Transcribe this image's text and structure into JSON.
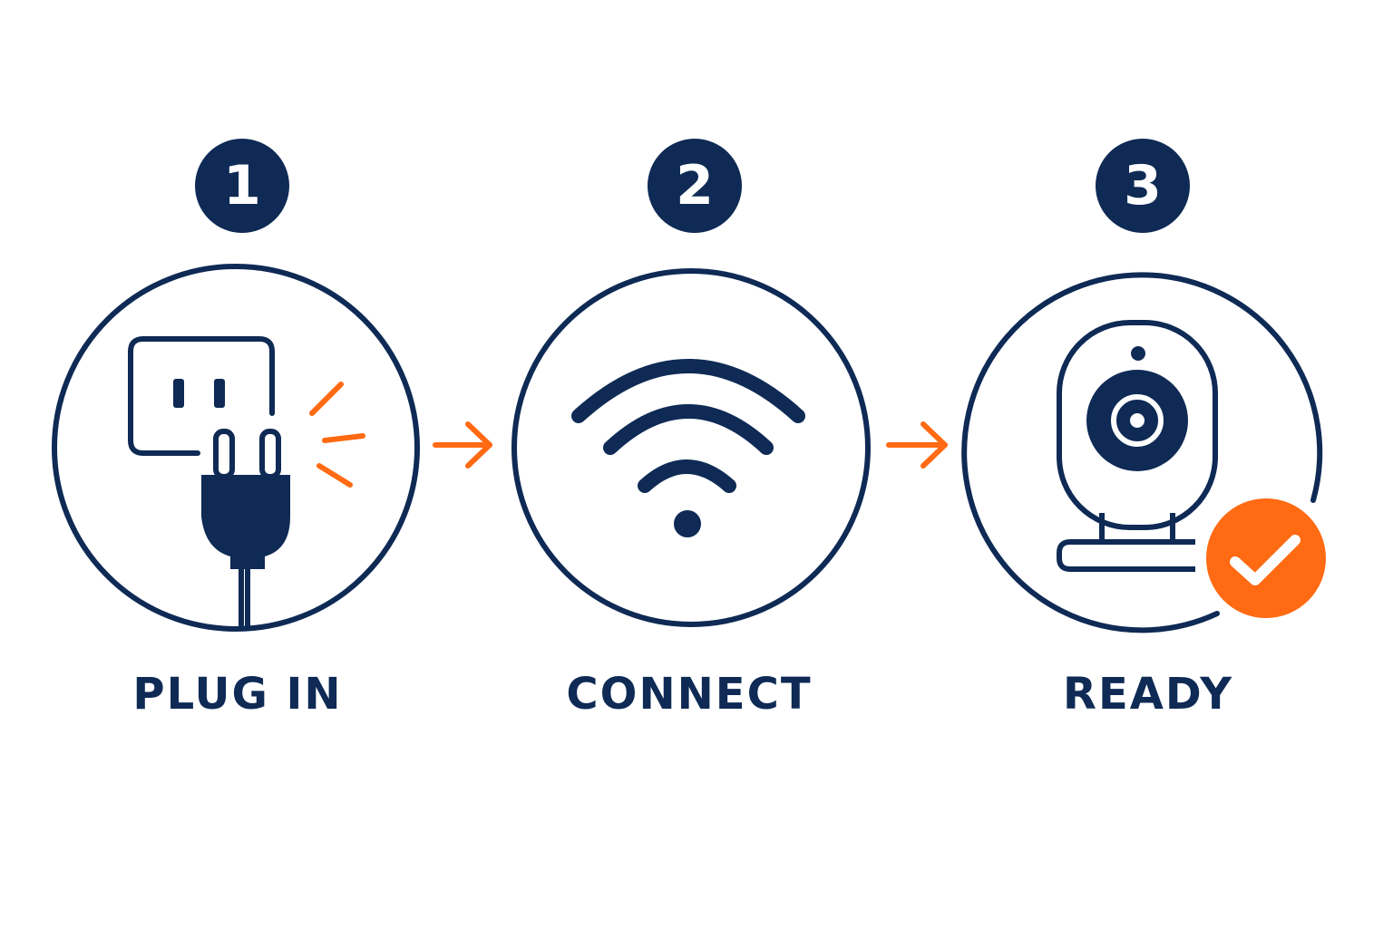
{
  "colors": {
    "navy": "#0e2a55",
    "orange": "#ff6a13",
    "background": "#ffffff"
  },
  "steps": [
    {
      "number": "1",
      "label": "PLUG IN",
      "icon": "plug-outlet-icon"
    },
    {
      "number": "2",
      "label": "CONNECT",
      "icon": "wifi-icon"
    },
    {
      "number": "3",
      "label": "READY",
      "icon": "camera-check-icon"
    }
  ],
  "connectors": [
    "arrow-right-icon",
    "arrow-right-icon"
  ]
}
